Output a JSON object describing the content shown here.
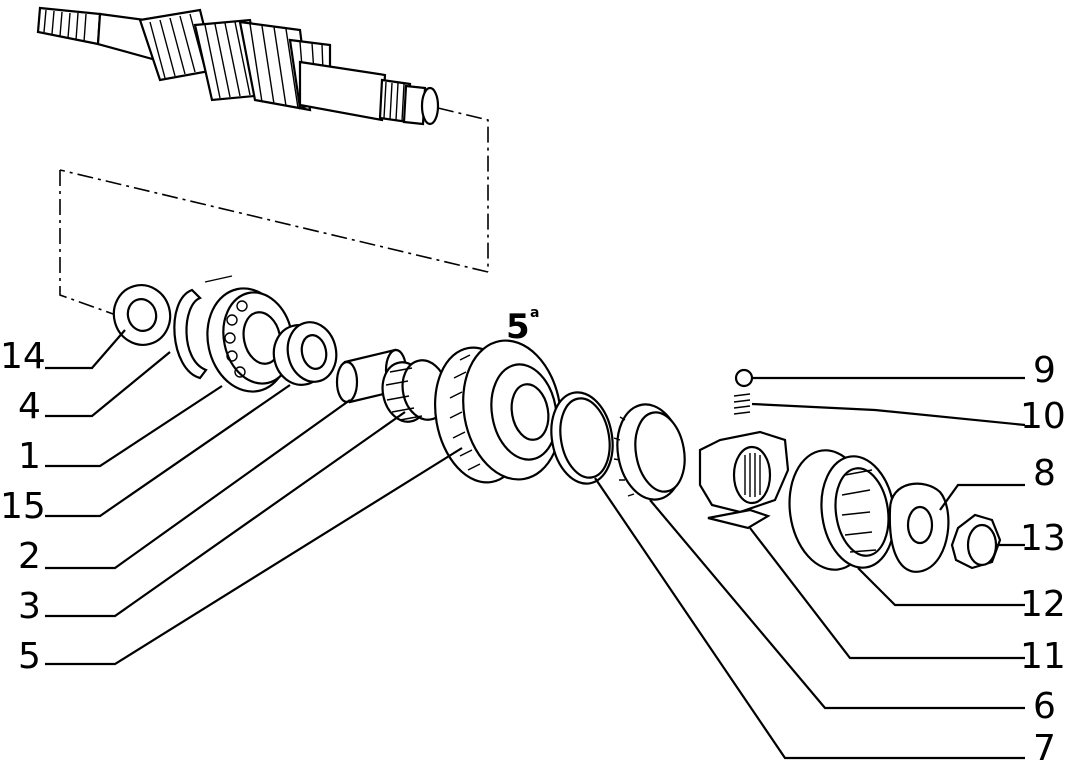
{
  "diagram": {
    "gear_label": "5",
    "gear_label_sup": "a",
    "callouts": [
      {
        "id": "callout-14",
        "text": "14"
      },
      {
        "id": "callout-4",
        "text": "4"
      },
      {
        "id": "callout-1",
        "text": "1"
      },
      {
        "id": "callout-15",
        "text": "15"
      },
      {
        "id": "callout-2",
        "text": "2"
      },
      {
        "id": "callout-3",
        "text": "3"
      },
      {
        "id": "callout-5",
        "text": "5"
      },
      {
        "id": "callout-9",
        "text": "9"
      },
      {
        "id": "callout-10",
        "text": "10"
      },
      {
        "id": "callout-8",
        "text": "8"
      },
      {
        "id": "callout-13",
        "text": "13"
      },
      {
        "id": "callout-12",
        "text": "12"
      },
      {
        "id": "callout-11",
        "text": "11"
      },
      {
        "id": "callout-6",
        "text": "6"
      },
      {
        "id": "callout-7",
        "text": "7"
      }
    ]
  }
}
